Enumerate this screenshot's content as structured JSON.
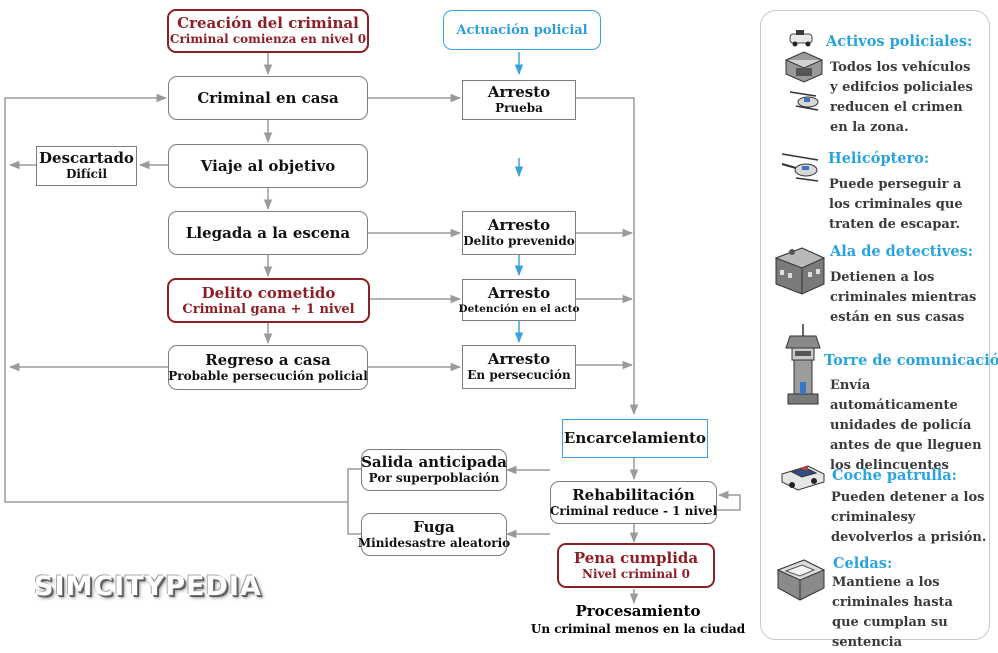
{
  "flow": {
    "creacion": {
      "title": "Creación del criminal",
      "sub": "Criminal comienza en nivel 0"
    },
    "actuacion": {
      "title": "Actuación policial"
    },
    "en_casa": {
      "title": "Criminal en casa"
    },
    "arresto_prueba": {
      "title": "Arresto",
      "sub": "Prueba"
    },
    "descartado": {
      "title": "Descartado",
      "sub": "Difícil"
    },
    "viaje": {
      "title": "Viaje al objetivo"
    },
    "llegada": {
      "title": "Llegada a la escena"
    },
    "arresto_prevenido": {
      "title": "Arresto",
      "sub": "Delito prevenido"
    },
    "delito": {
      "title": "Delito cometido",
      "sub": "Criminal gana + 1 nivel"
    },
    "arresto_acto": {
      "title": "Arresto",
      "sub": "Detención en el acto"
    },
    "regreso": {
      "title": "Regreso a casa",
      "sub": "Probable persecución policial"
    },
    "arresto_persecucion": {
      "title": "Arresto",
      "sub": "En persecución"
    },
    "encarcelamiento": {
      "title": "Encarcelamiento"
    },
    "salida": {
      "title": "Salida anticipada",
      "sub": "Por superpoblación"
    },
    "rehabilitacion": {
      "title": "Rehabilitación",
      "sub": "Criminal reduce - 1 nivel"
    },
    "fuga": {
      "title": "Fuga",
      "sub": "Minidesastre aleatorio"
    },
    "pena": {
      "title": "Pena cumplida",
      "sub": "Nivel criminal 0"
    },
    "procesamiento": {
      "title": "Procesamiento",
      "sub": "Un criminal menos en la ciudad"
    }
  },
  "legend": {
    "activos": {
      "title": "Activos policiales:",
      "text": "Todos los vehículos y edifcios policiales reducen el crimen en la zona.",
      "icon": "police-assets-icon"
    },
    "helicoptero": {
      "title": "Helicóptero:",
      "text": "Puede perseguir a los criminales que traten de escapar.",
      "icon": "helicopter-icon"
    },
    "detectives": {
      "title": "Ala de detectives:",
      "text": "Detienen a los criminales mientras están en sus casas",
      "icon": "detective-wing-icon"
    },
    "torre": {
      "title": "Torre de comunicación:",
      "text": "Envía automáticamente unidades de policía antes de que lleguen los delincuentes",
      "icon": "communication-tower-icon"
    },
    "patrulla": {
      "title": "Coche patrulla:",
      "text": "Pueden detener a los criminalesy devolverlos a prisión.",
      "icon": "patrol-car-icon"
    },
    "celdas": {
      "title": "Celdas:",
      "text": "Mantiene a los criminales hasta que cumplan su sentencia",
      "icon": "cells-icon"
    }
  },
  "logo": {
    "text": "SIMCITYPEDIA"
  },
  "colors": {
    "red": "#8e1f26",
    "blue": "#2e9fdb",
    "gray": "#9a9a9a"
  }
}
